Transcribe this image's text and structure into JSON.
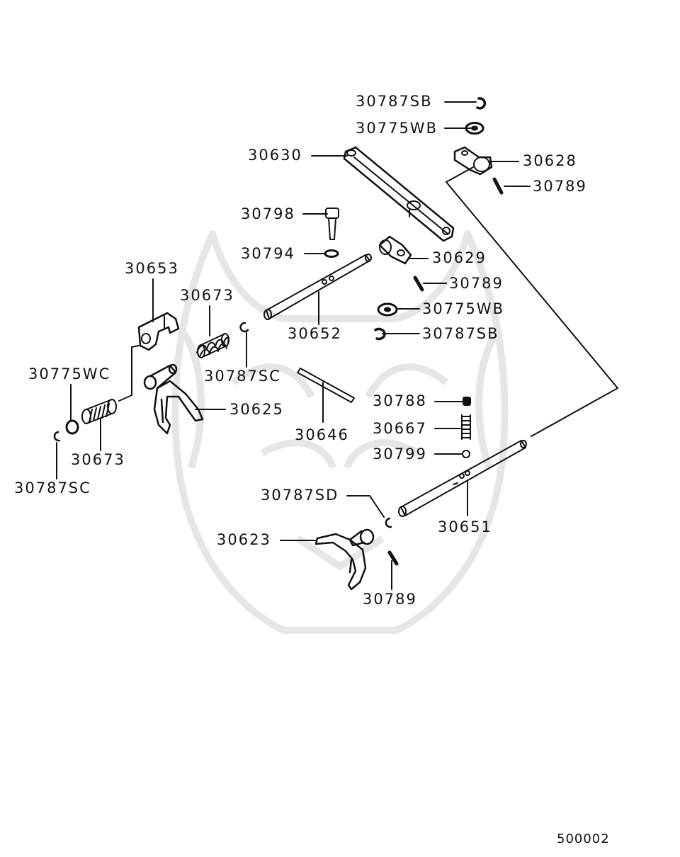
{
  "diagram": {
    "drawing_number": "500002",
    "parts": {
      "p30787SB_top": "30787SB",
      "p30775WB_top": "30775WB",
      "p30630": "30630",
      "p30628": "30628",
      "p30789_a": "30789",
      "p30798": "30798",
      "p30794": "30794",
      "p30629": "30629",
      "p30789_b": "30789",
      "p30653": "30653",
      "p30673_a": "30673",
      "p30775WB_mid": "30775WB",
      "p30652": "30652",
      "p30787SB_mid": "30787SB",
      "p30787SC_a": "30787SC",
      "p30775WC": "30775WC",
      "p30625": "30625",
      "p30788": "30788",
      "p30646": "30646",
      "p30667": "30667",
      "p30799": "30799",
      "p30673_b": "30673",
      "p30787SC_b": "30787SC",
      "p30787SD": "30787SD",
      "p30651": "30651",
      "p30623": "30623",
      "p30789_c": "30789"
    }
  },
  "colors": {
    "ink": "#111111",
    "watermark": "#e4e4e4"
  }
}
